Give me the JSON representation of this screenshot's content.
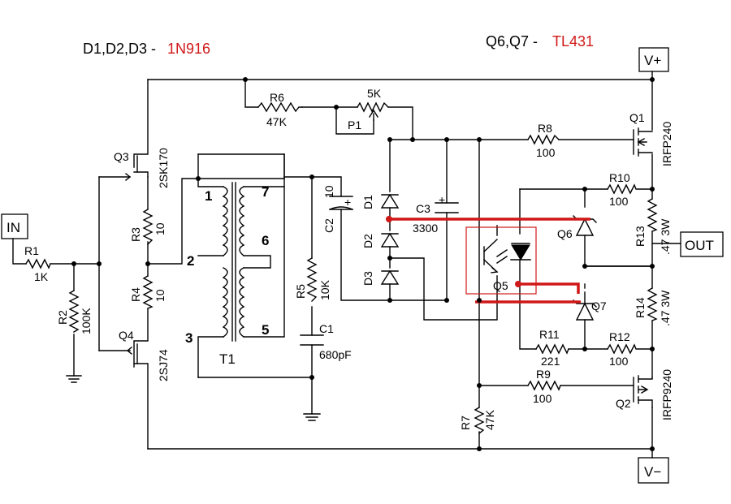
{
  "headers": {
    "diodes_left": "D1,D2,D3 - ",
    "diodes_right": "1N916",
    "q_left": "Q6,Q7 - ",
    "q_right": "TL431",
    "accent": "#d01818"
  },
  "terminals": {
    "in": "IN",
    "vplus": "V+",
    "out": "OUT",
    "vminus": "V−"
  },
  "components": {
    "R1": {
      "ref": "R1",
      "val": "1K"
    },
    "R2": {
      "ref": "R2",
      "val": "100K"
    },
    "R3": {
      "ref": "R3",
      "val": "10"
    },
    "R4": {
      "ref": "R4",
      "val": "10"
    },
    "R5": {
      "ref": "R5",
      "val": "10K"
    },
    "R6": {
      "ref": "R6",
      "val": "47K"
    },
    "R7": {
      "ref": "R7",
      "val": "47K"
    },
    "R8": {
      "ref": "R8",
      "val": "100"
    },
    "R9": {
      "ref": "R9",
      "val": "100"
    },
    "R10": {
      "ref": "R10",
      "val": "100"
    },
    "R11": {
      "ref": "R11",
      "val": "221"
    },
    "R12": {
      "ref": "R12",
      "val": "100"
    },
    "R13": {
      "ref": "R13",
      "val": ".47 3W"
    },
    "R14": {
      "ref": "R14",
      "val": ".47 3W"
    },
    "P1": {
      "ref": "P1",
      "val": "5K"
    },
    "C1": {
      "ref": "C1",
      "val": "680pF"
    },
    "C2": {
      "ref": "C2",
      "val": "10"
    },
    "C3": {
      "ref": "C3",
      "val": "3300"
    },
    "D1": {
      "ref": "D1"
    },
    "D2": {
      "ref": "D2"
    },
    "D3": {
      "ref": "D3"
    },
    "Q1": {
      "ref": "Q1",
      "val": "IRFP240"
    },
    "Q2": {
      "ref": "Q2",
      "val": "IRFP9240"
    },
    "Q3": {
      "ref": "Q3",
      "val": "2SK170"
    },
    "Q4": {
      "ref": "Q4",
      "val": "2SJ74"
    },
    "Q5": {
      "ref": "Q5"
    },
    "Q6": {
      "ref": "Q6"
    },
    "Q7": {
      "ref": "Q7"
    },
    "T1": {
      "ref": "T1",
      "p1": "1",
      "p2": "2",
      "p3": "3",
      "p5": "5",
      "p6": "6",
      "p7": "7"
    }
  },
  "plus_sign": "+"
}
